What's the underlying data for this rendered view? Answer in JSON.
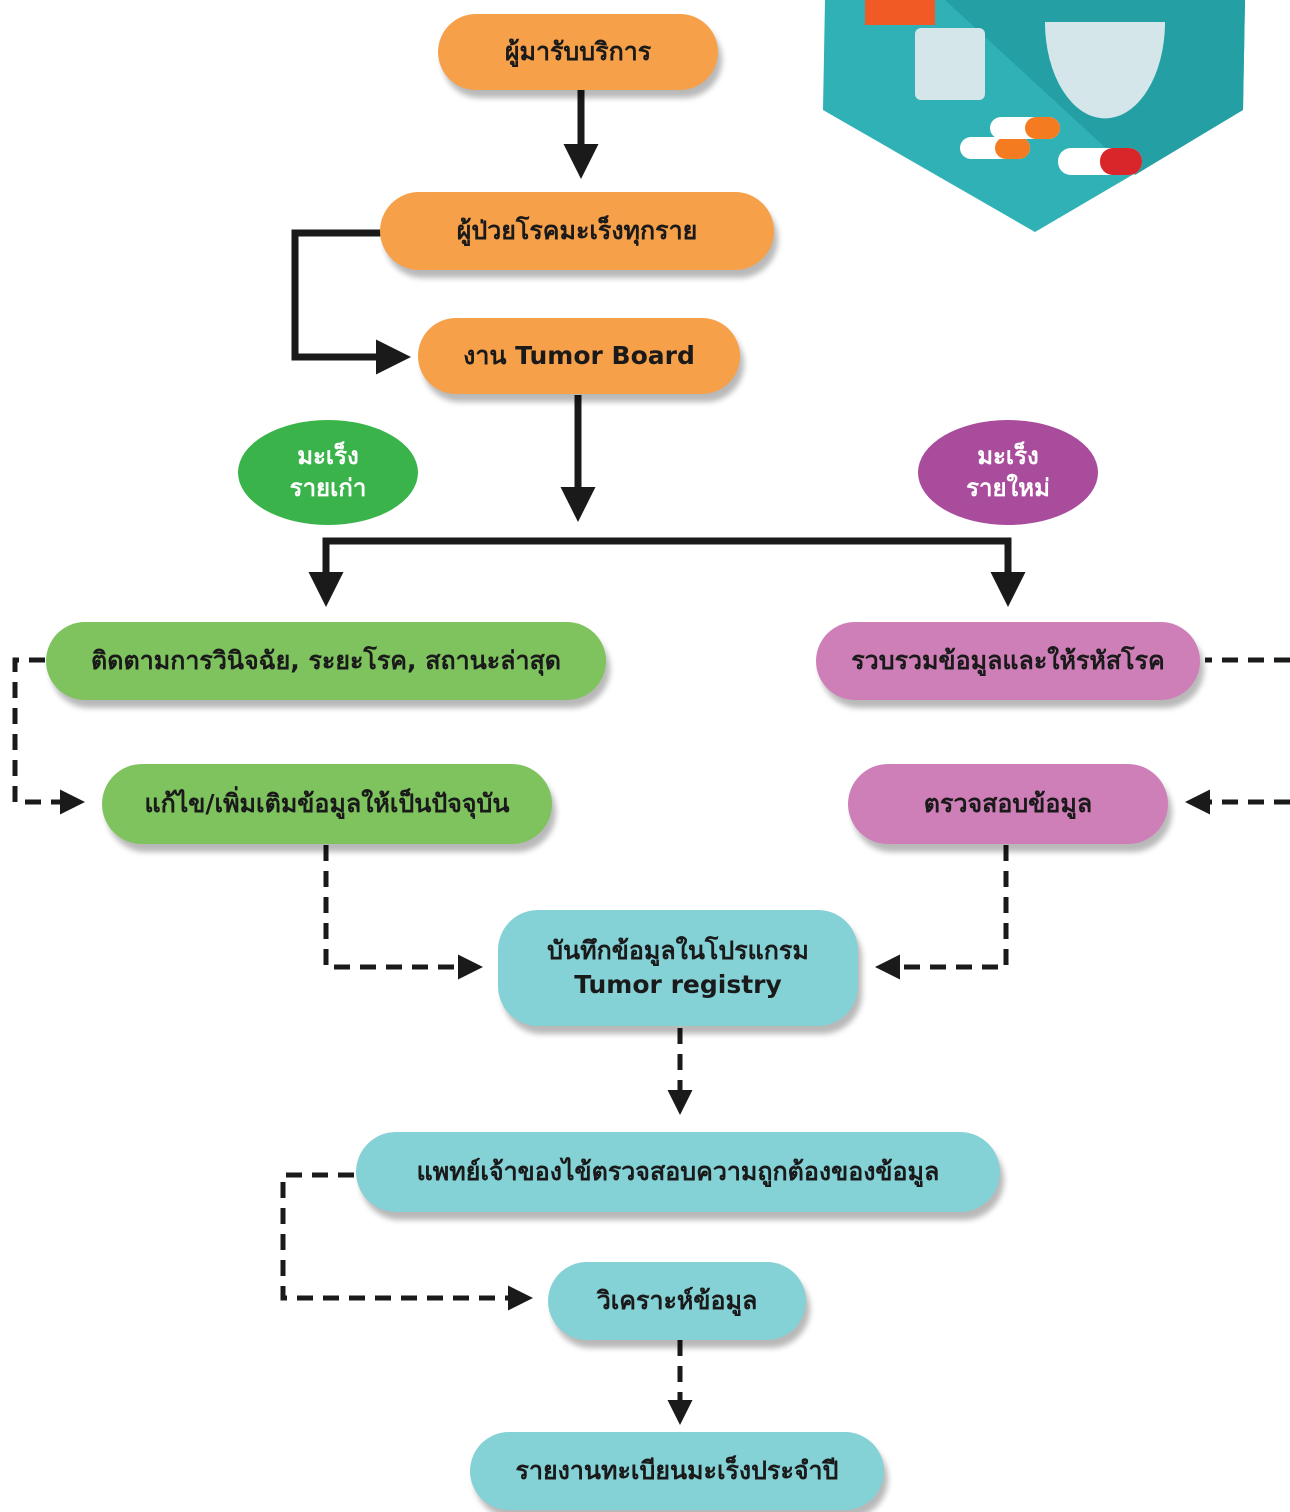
{
  "nodes": {
    "service_users": "ผู้มารับบริการ",
    "all_cancer_patients": "ผู้ป่วยโรคมะเร็งทุกราย",
    "tumor_board": "งาน Tumor Board",
    "follow_up": "ติดตามการวินิจฉัย, ระยะโรค, สถานะล่าสุด",
    "update_data": "แก้ไข/เพิ่มเติมข้อมูลให้เป็นปัจจุบัน",
    "collect_code": "รวบรวมข้อมูลและให้รหัสโรค",
    "verify_data": "ตรวจสอบข้อมูล",
    "record_program": "บันทึกข้อมูลในโปรแกรม\nTumor registry",
    "physician_check": "แพทย์เจ้าของไข้ตรวจสอบความถูกต้องของข้อมูล",
    "analyze": "วิเคราะห์ข้อมูล",
    "annual_report": "รายงานทะเบียนมะเร็งประจำปี"
  },
  "labels": {
    "old_cancer": "มะเร็ง\nรายเก่า",
    "new_cancer": "มะเร็ง\nรายใหม่"
  },
  "colors": {
    "orange": "#f7a04a",
    "green": "#7fc35f",
    "pink": "#cf7fb8",
    "teal": "#84d1d6",
    "oval_green": "#3ab34a",
    "oval_purple": "#a94c9c",
    "arrow": "#1a1a1a",
    "badge_teal": "#2fb1b6"
  },
  "icons": [
    "medicine-badge-icon"
  ]
}
